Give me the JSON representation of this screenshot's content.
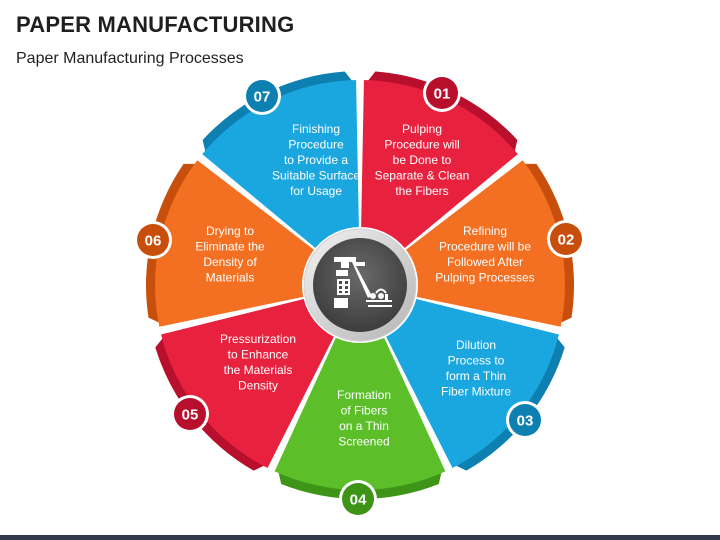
{
  "header": {
    "title": "PAPER MANUFACTURING",
    "subtitle": "Paper Manufacturing Processes"
  },
  "center": {
    "icon": "paper-machine-icon"
  },
  "steps": [
    {
      "number": "01",
      "lines": [
        "Pulping",
        "Procedure will",
        "be Done to",
        "Separate & Clean",
        "the Fibers"
      ],
      "color": "#e8213f",
      "dark": "#b8102c"
    },
    {
      "number": "02",
      "lines": [
        "Refining",
        "Procedure will be",
        "Followed After",
        "Pulping Processes"
      ],
      "color": "#f36f21",
      "dark": "#c84f0b"
    },
    {
      "number": "03",
      "lines": [
        "Dilution",
        "Process to",
        "form a Thin",
        "Fiber Mixture"
      ],
      "color": "#1aa7e0",
      "dark": "#0d7fb0"
    },
    {
      "number": "04",
      "lines": [
        "Formation",
        "of Fibers",
        "on a Thin",
        "Screened"
      ],
      "color": "#5cbf2a",
      "dark": "#3e9417"
    },
    {
      "number": "05",
      "lines": [
        "Pressurization",
        "to Enhance",
        "the Materials",
        "Density"
      ],
      "color": "#e8213f",
      "dark": "#b8102c"
    },
    {
      "number": "06",
      "lines": [
        "Drying to",
        "Eliminate the",
        "Density of",
        "Materials"
      ],
      "color": "#f36f21",
      "dark": "#c84f0b"
    },
    {
      "number": "07",
      "lines": [
        "Finishing",
        "Procedure",
        "to Provide a",
        "Suitable Surface",
        "for Usage"
      ],
      "color": "#1aa7e0",
      "dark": "#0d7fb0"
    }
  ]
}
